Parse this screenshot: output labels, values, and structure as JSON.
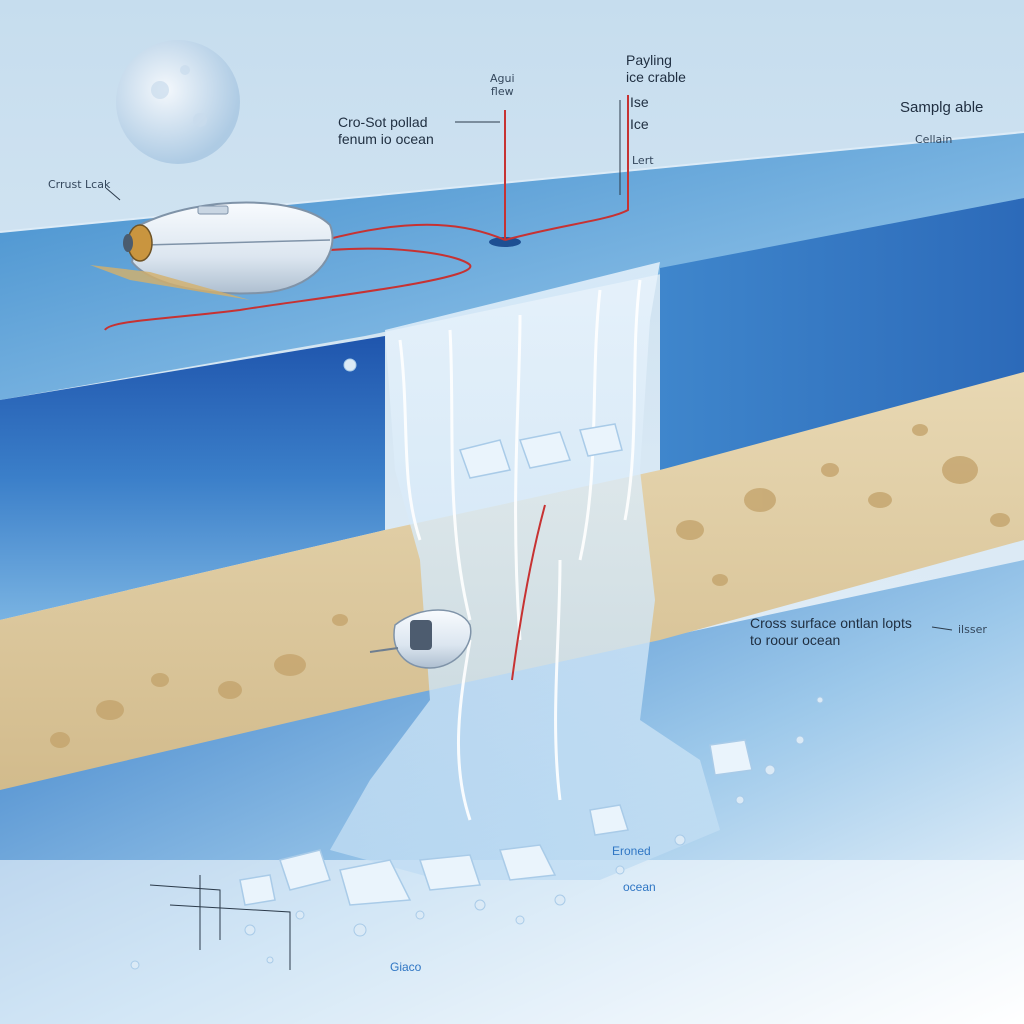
{
  "labels": {
    "crust_leak": "Crrust Lcak",
    "agui_flow": "Agui\nflew",
    "crossot": "Cro-Sot pollad\nfenum io ocean",
    "paying": "Payling\nice crable",
    "ise": "Ise",
    "ice": "Ice",
    "last": "Lert",
    "sampling": "Samplg able",
    "cellain": "Cellain",
    "cross_surface": "Cross surface ontlan lopts\nto roour ocean",
    "ilser": "ilsser",
    "eroned": "Eroned",
    "ocean": "ocean",
    "glaco": "Giaco"
  },
  "colors": {
    "sky_top": "#c6ddee",
    "ice_surface": "#4a93cf",
    "ice_wall": "#2f63b4",
    "sediment": "#dcc89e",
    "cable": "#c73232"
  }
}
